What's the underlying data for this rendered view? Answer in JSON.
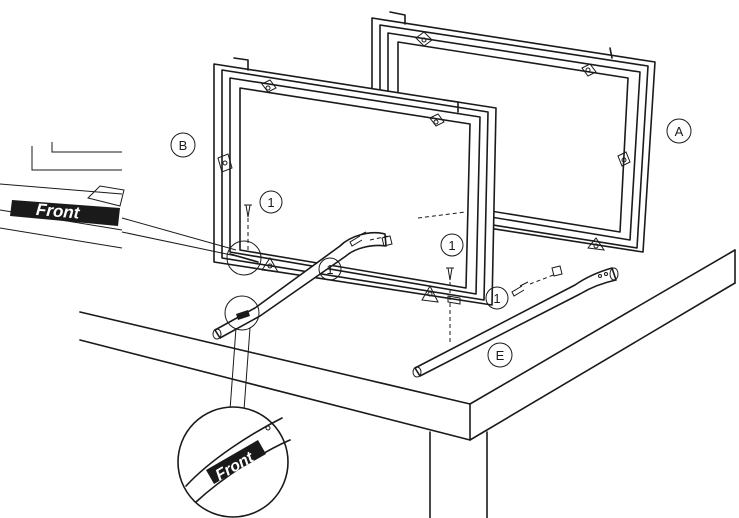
{
  "labels": {
    "part_a": "A",
    "part_b": "B",
    "part_e": "E",
    "step_1": "1"
  },
  "sticker": {
    "text": "Front"
  },
  "zoom": {
    "text": "Front"
  },
  "colors": {
    "line": "#1a1a1a",
    "sticker_bg": "#1a1a1a",
    "sticker_text": "#ffffff",
    "background": "#ffffff"
  }
}
